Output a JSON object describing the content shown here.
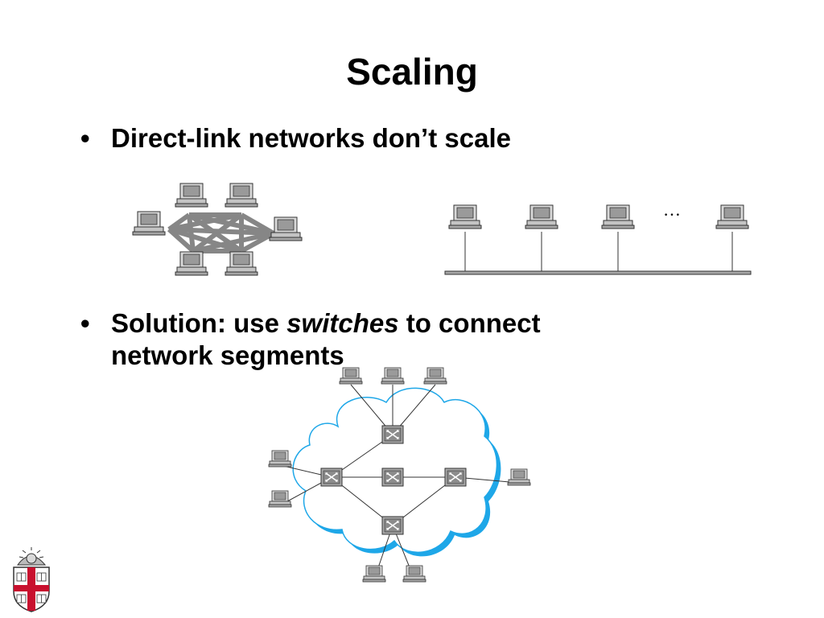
{
  "slide": {
    "title": "Scaling"
  },
  "bullets": [
    {
      "symbol": "•",
      "text": "Direct-link networks don’t scale"
    },
    {
      "symbol": "•",
      "text_before": "Solution: use ",
      "text_emphasis": "switches",
      "text_after": " to connect",
      "text_line2": "network segments"
    }
  ],
  "bus_diagram": {
    "ellipsis": "…"
  },
  "icons": [
    "computer-icon",
    "switch-icon",
    "cloud-icon",
    "university-crest-icon"
  ],
  "colors": {
    "cloud_outline": "#1ea7e8",
    "cloud_fill": "#ffffff",
    "mesh_link": "#777777",
    "icon_gray": "#a6a6a6"
  }
}
